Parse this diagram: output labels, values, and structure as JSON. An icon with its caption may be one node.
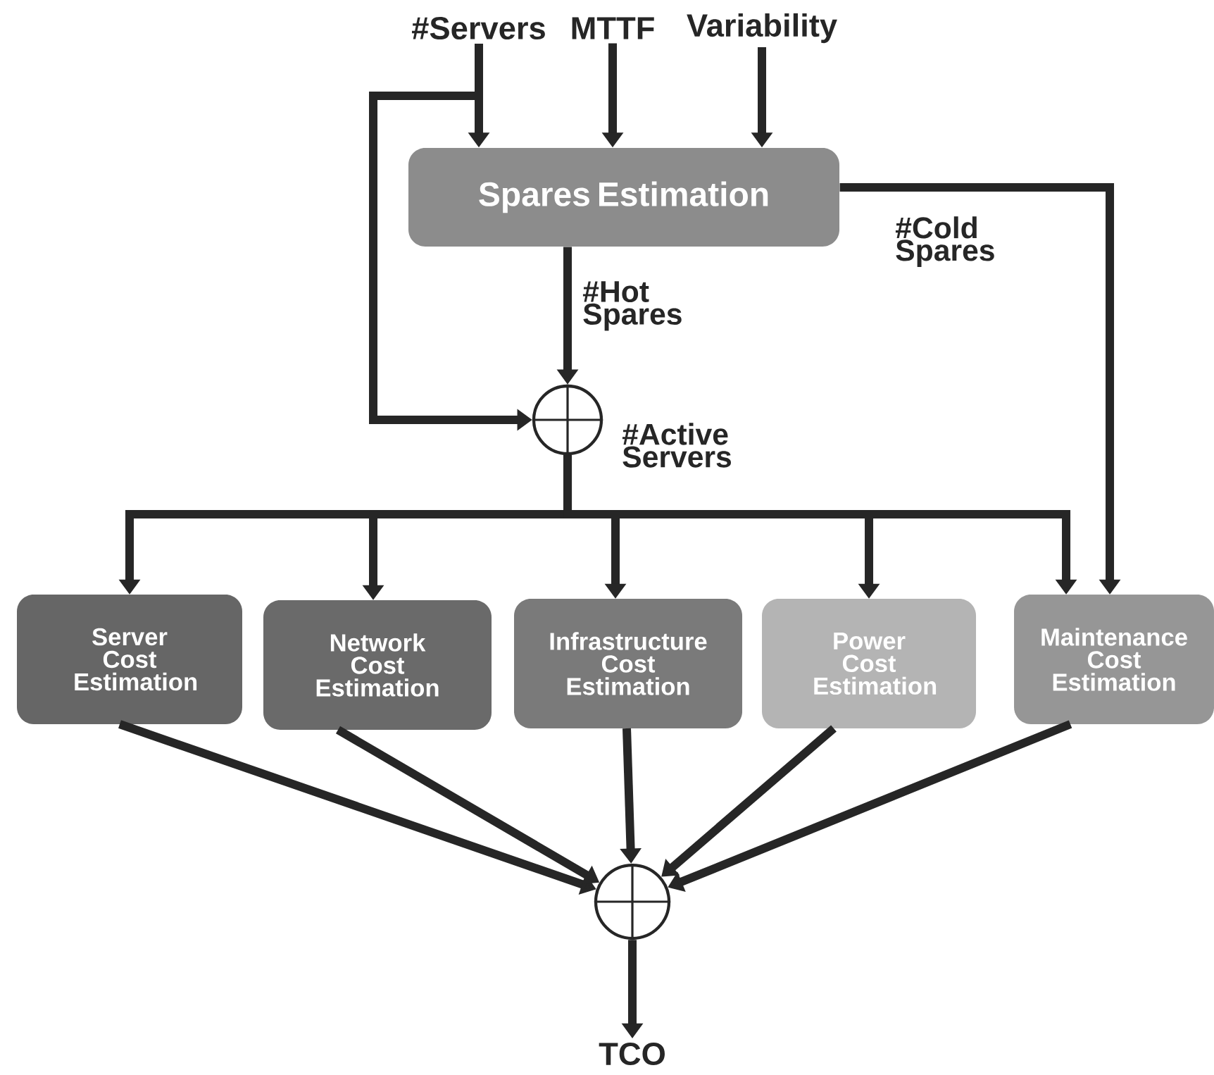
{
  "diagram": {
    "nodes": [
      {
        "text": [
          "#Servers"
        ]
      },
      {
        "text": [
          "MTTF"
        ]
      },
      {
        "text": [
          "Variability"
        ]
      },
      {
        "text": [
          "Spares Estimation"
        ]
      },
      {
        "text": [],
        "shape": "circle",
        "beside": [
          "#Active Servers"
        ]
      },
      {
        "text": [
          "Server Cost Estimation"
        ]
      },
      {
        "text": [
          "Network Cost Estimation"
        ]
      },
      {
        "text": [
          "Infrastructure Cost Estimation"
        ]
      },
      {
        "text": [
          "Power Cost Estimation"
        ]
      },
      {
        "text": [
          "Maintenance Cost Estimation"
        ]
      },
      {
        "text": [],
        "shape": "circle"
      },
      {
        "text": [
          "TCO"
        ]
      }
    ],
    "edges": [
      {
        "from": 0,
        "to": 3,
        "arrow": "to"
      },
      {
        "from": 0,
        "to": 4,
        "arrow": "to"
      },
      {
        "from": 1,
        "to": 3,
        "arrow": "to"
      },
      {
        "from": 2,
        "to": 3,
        "arrow": "to"
      },
      {
        "from": 3,
        "to": 4,
        "arrow": "to",
        "label": "#Hot Spares"
      },
      {
        "from": 3,
        "to": 9,
        "arrow": "to",
        "label": "#Cold Spares"
      },
      {
        "from": 4,
        "to": 5,
        "arrow": "to"
      },
      {
        "from": 4,
        "to": 6,
        "arrow": "to"
      },
      {
        "from": 4,
        "to": 7,
        "arrow": "to"
      },
      {
        "from": 4,
        "to": 8,
        "arrow": "to"
      },
      {
        "from": 4,
        "to": 9,
        "arrow": "to"
      },
      {
        "from": 5,
        "to": 10,
        "arrow": "to"
      },
      {
        "from": 6,
        "to": 10,
        "arrow": "to"
      },
      {
        "from": 7,
        "to": 10,
        "arrow": "to"
      },
      {
        "from": 8,
        "to": 10,
        "arrow": "to"
      },
      {
        "from": 9,
        "to": 10,
        "arrow": "to"
      },
      {
        "from": 10,
        "to": 11,
        "arrow": "to"
      }
    ]
  }
}
